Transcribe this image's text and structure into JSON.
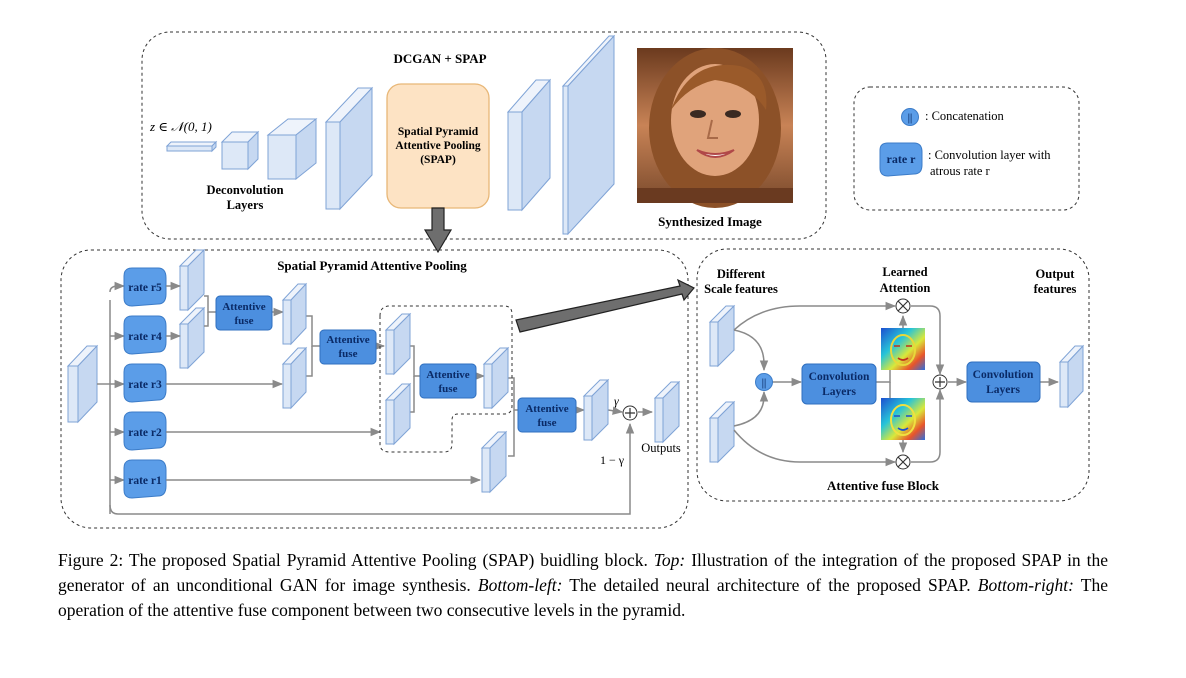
{
  "top": {
    "title": "DCGAN + SPAP",
    "z_label": "z ∈ 𝒩(0, 1)",
    "deconv_label_1": "Deconvolution",
    "deconv_label_2": "Layers",
    "spap_box_1": "Spatial Pyramid",
    "spap_box_2": "Attentive Pooling",
    "spap_box_3": "(SPAP)",
    "synth_label": "Synthesized Image"
  },
  "legend": {
    "concat_symbol": "||",
    "concat_text": ": Concatenation",
    "rate_chip": "rate r",
    "rate_text_1": ": Convolution layer with",
    "rate_text_2": "atrous rate r"
  },
  "spap": {
    "title": "Spatial Pyramid Attentive Pooling",
    "rates": [
      "rate r5",
      "rate r4",
      "rate r3",
      "rate r2",
      "rate r1"
    ],
    "fuse_label_1": "Attentive",
    "fuse_label_2": "fuse",
    "gamma": "γ",
    "one_minus_gamma": "1 − γ",
    "outputs": "Outputs"
  },
  "fuse_block": {
    "title": "Attentive fuse Block",
    "diff_1": "Different",
    "diff_2": "Scale features",
    "learned_1": "Learned",
    "learned_2": "Attention",
    "output_1": "Output",
    "output_2": "features",
    "conv_1": "Convolution",
    "conv_2": "Layers",
    "concat_symbol": "||"
  },
  "caption": {
    "lead": "Figure 2: The proposed Spatial Pyramid Attentive Pooling (SPAP) buidling block. ",
    "top_label": "Top:",
    "top_text": " Illustration of the integration of the proposed SPAP in the generator of an unconditional GAN for image synthesis. ",
    "bl_label": "Bottom-left:",
    "bl_text": " The detailed neural architecture of the proposed SPAP. ",
    "br_label": "Bottom-right:",
    "br_text": " The operation of the attentive fuse component between two consecutive levels in the pyramid."
  },
  "colors": {
    "block_fill": "#dde8f7",
    "block_stroke": "#7fa3d6",
    "rate_fill": "#5b9de8",
    "fuse_fill": "#4c8fdf",
    "spap_fill": "#fde3c4",
    "spap_stroke": "#e8b777",
    "arrow_gray": "#8a8a8a"
  }
}
